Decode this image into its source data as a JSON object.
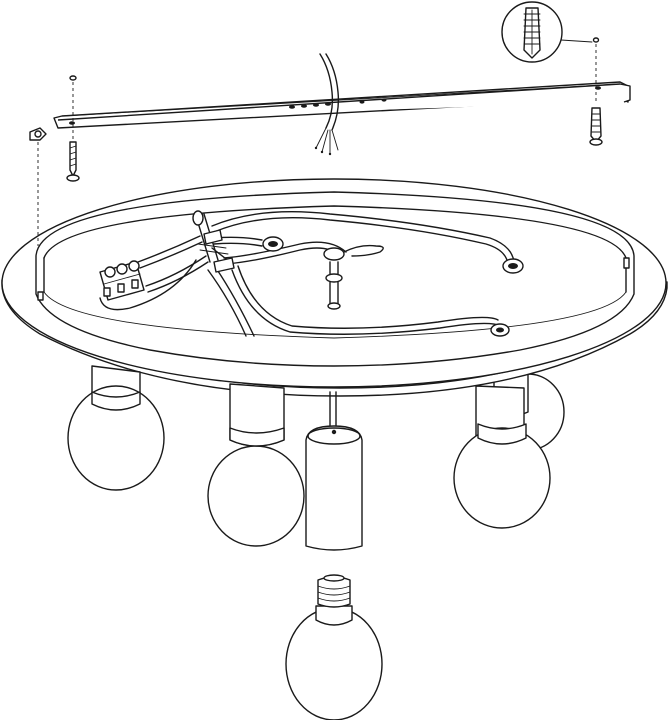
{
  "diagram": {
    "kind": "assembly-illustration",
    "line_color": "#1a1a1a",
    "background": "#ffffff",
    "lamp_count": 5,
    "parts": [
      "mounting-bracket",
      "wall-plug",
      "screw",
      "mains-cable",
      "ceiling-plate",
      "terminal-block",
      "wiring-harness",
      "lamp-socket",
      "globe-bulb",
      "center-pendant"
    ]
  }
}
